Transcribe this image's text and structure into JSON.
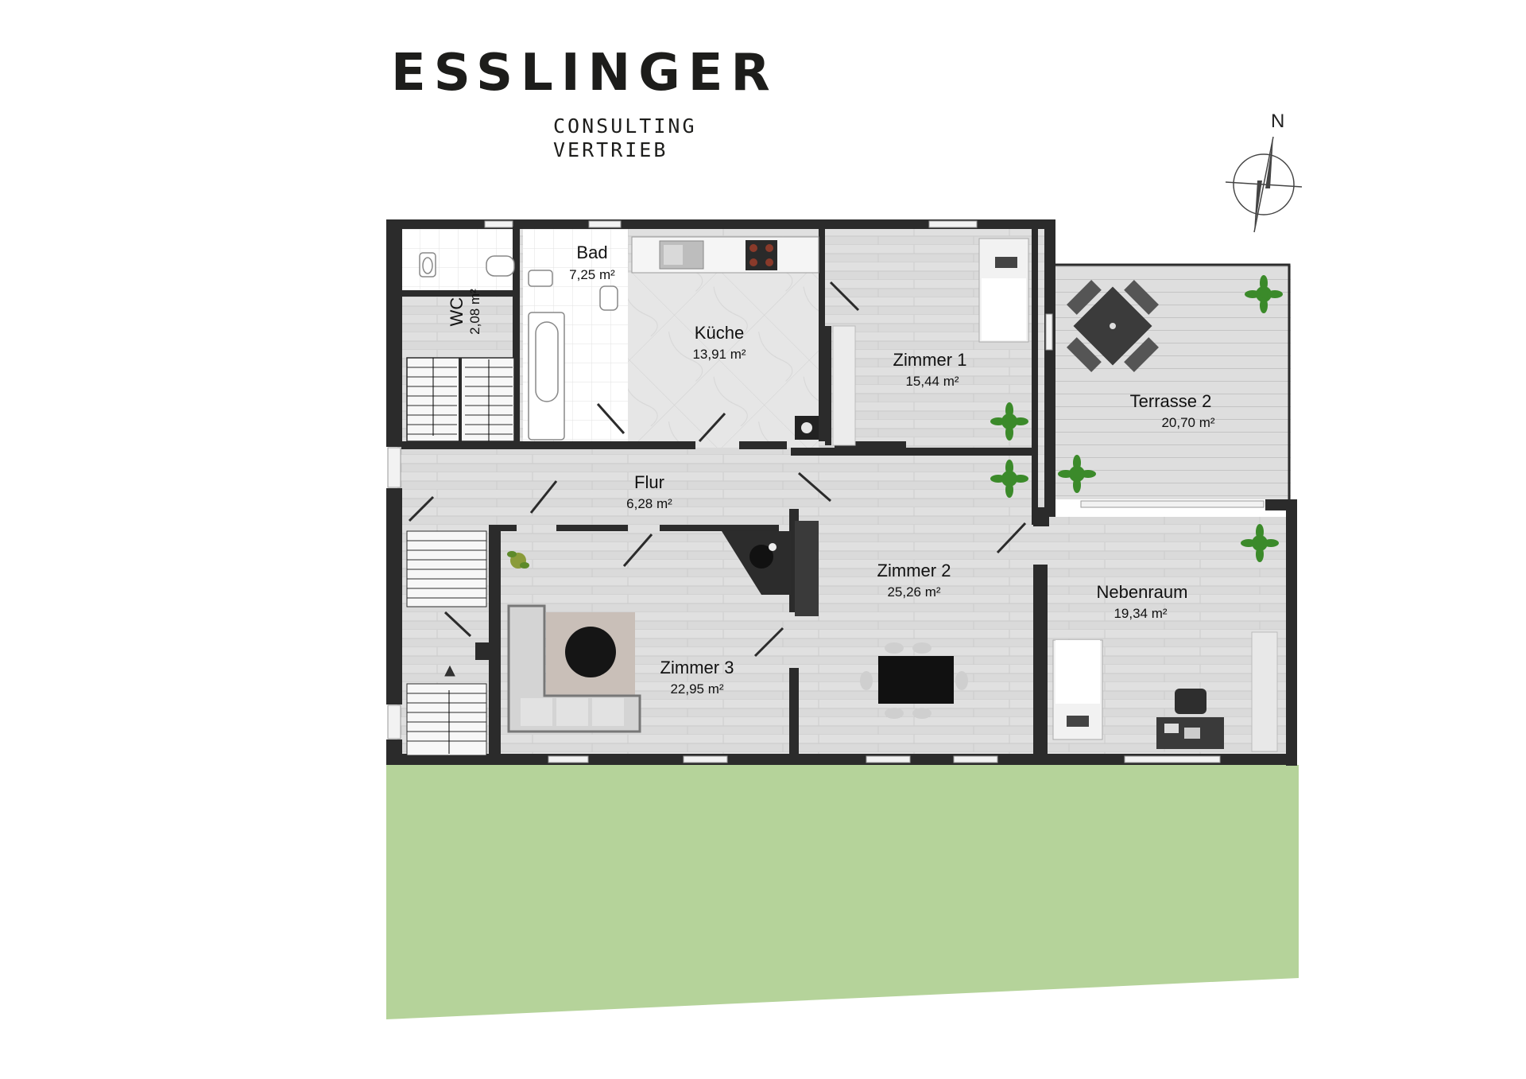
{
  "logo": {
    "brand": "ESSLINGER",
    "line1": "CONSULTING",
    "line2": "VERTRIEB"
  },
  "compass": {
    "label": "N",
    "icon": "north-arrow-icon"
  },
  "rooms": {
    "bad": {
      "name": "Bad",
      "area": "7,25 m²"
    },
    "wc": {
      "name": "WC",
      "area": "2,08 m²"
    },
    "kueche": {
      "name": "Küche",
      "area": "13,91 m²"
    },
    "zimmer1": {
      "name": "Zimmer 1",
      "area": "15,44 m²"
    },
    "terrasse2": {
      "name": "Terrasse 2",
      "area": "20,70 m²"
    },
    "flur": {
      "name": "Flur",
      "area": "6,28 m²"
    },
    "zimmer2": {
      "name": "Zimmer 2",
      "area": "25,26 m²"
    },
    "nebenraum": {
      "name": "Nebenraum",
      "area": "19,34 m²"
    },
    "zimmer3": {
      "name": "Zimmer 3",
      "area": "22,95 m²"
    }
  },
  "colors": {
    "wall": "#2b2b2b",
    "floor": "#dcdcdc",
    "terrace": "#d9d9d9",
    "garden": "#b5d39a",
    "tile": "#ffffff"
  }
}
